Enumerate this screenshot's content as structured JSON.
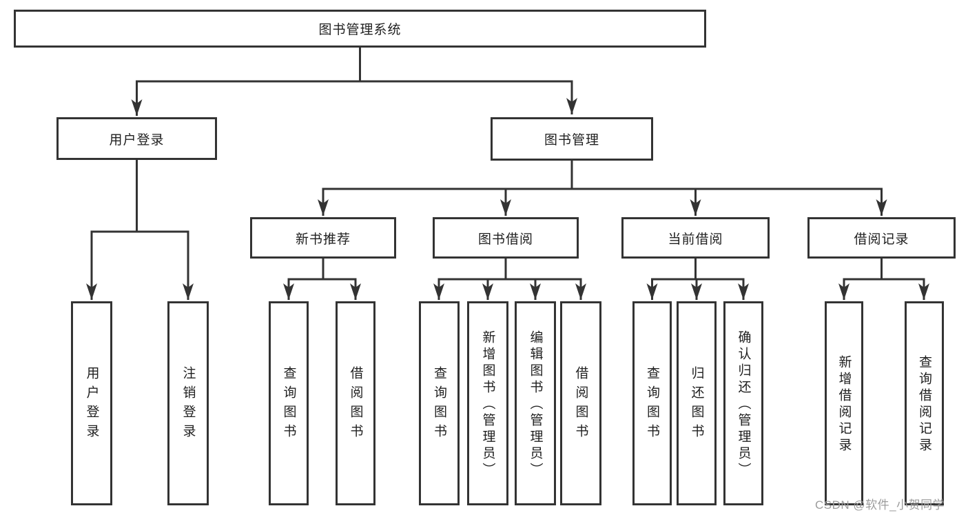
{
  "diagram": {
    "type": "function-tree",
    "tree": {
      "root": "图书管理系统",
      "children": [
        {
          "label": "用户登录",
          "children": [
            "用户登录",
            "注销登录"
          ]
        },
        {
          "label": "图书管理",
          "children": [
            {
              "label": "新书推荐",
              "children": [
                "查询图书",
                "借阅图书"
              ]
            },
            {
              "label": "图书借阅",
              "children": [
                "查询图书",
                "新增图书（管理员）",
                "编辑图书（管理员）",
                "借阅图书"
              ]
            },
            {
              "label": "当前借阅",
              "children": [
                "查询图书",
                "归还图书",
                "确认归还（管理员）"
              ]
            },
            {
              "label": "借阅记录",
              "children": [
                "新增借阅记录",
                "查询借阅记录"
              ]
            }
          ]
        }
      ]
    },
    "colors": {
      "line": "#333333",
      "box_border": "#333333",
      "text": "#1f1f1f",
      "background": "#ffffff",
      "watermark": "#9c9c9c"
    }
  },
  "watermark": {
    "text": "CSDN @软件_小贺同学"
  }
}
